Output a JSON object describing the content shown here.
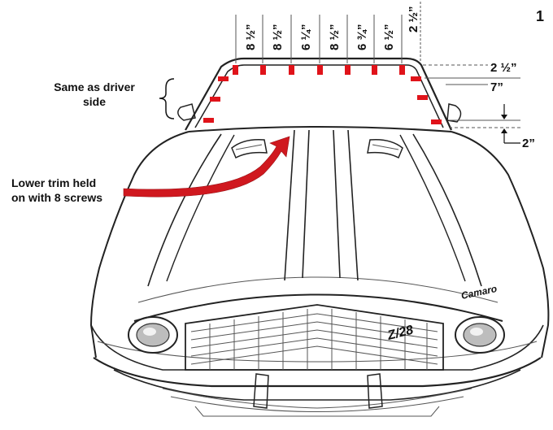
{
  "figure_number": "1",
  "top_measurements": [
    "8 ½”",
    "8 ½”",
    "6 ¼”",
    "8 ½”",
    "6 ¾”",
    "6 ½”",
    "2 ½”"
  ],
  "right_measurements": [
    "2 ½”",
    "7”",
    "2”"
  ],
  "annotations": {
    "driver_side_line1": "Same as driver",
    "driver_side_line2": "side",
    "lower_trim_line1": "Lower trim held",
    "lower_trim_line2": "on with 8 screws"
  },
  "car_badges": {
    "hood_script": "Camaro",
    "grille_badge": "Z/28"
  },
  "colors": {
    "clip_marks": "#e0131a",
    "arrow": "#d0181f",
    "ink": "#222222"
  }
}
